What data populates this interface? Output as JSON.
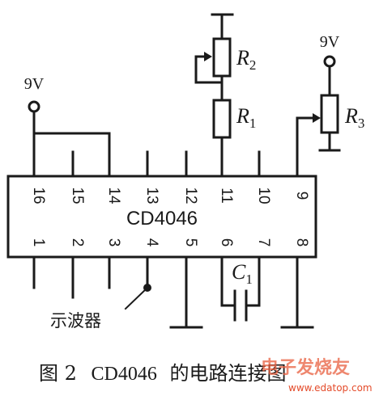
{
  "chip": {
    "label": "CD4046"
  },
  "pins_top": [
    "16",
    "15",
    "14",
    "13",
    "12",
    "11",
    "10",
    "9"
  ],
  "pins_bottom": [
    "1",
    "2",
    "3",
    "4",
    "5",
    "6",
    "7",
    "8"
  ],
  "supply": {
    "left_voltage": "9V",
    "right_voltage": "9V"
  },
  "components": {
    "r2": {
      "letter": "R",
      "sub": "2"
    },
    "r1": {
      "letter": "R",
      "sub": "1"
    },
    "r3": {
      "letter": "R",
      "sub": "3"
    },
    "c1": {
      "letter": "C",
      "sub": "1"
    }
  },
  "probe_label": "示波器",
  "caption": {
    "prefix": "图 2",
    "chip": "CD4046",
    "suffix": "的电路连接图"
  },
  "watermark": {
    "logo": "电子发烧友",
    "url": "www.edatop.com"
  }
}
